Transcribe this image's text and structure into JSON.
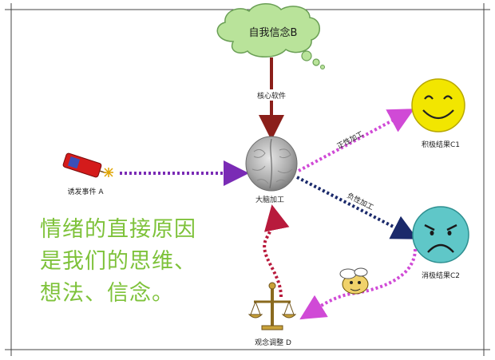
{
  "cloud_label": "自我信念B",
  "core_software_label": "核心软件",
  "trigger_label": "诱发事件 A",
  "brain_label": "大脑加工",
  "positive_label": "正性加工",
  "negative_label": "负性加工",
  "positive_result_label": "积极结果C1",
  "negative_result_label": "消极结果C2",
  "adjust_label": "观念调整 D",
  "headline_lines": [
    "情绪的直接原因",
    "是我们的思维、",
    "想法、信念。"
  ],
  "colors": {
    "cloud_fill": "#b9e39a",
    "core_arrow": "#8b1f1a",
    "trigger_arrow": "#7a2bb5",
    "positive_arrow": "#d04ad6",
    "negative_arrow": "#1b2a6b",
    "adjust_arrow": "#b81a3c",
    "happy_face": "#f2e600",
    "sad_face": "#5fc7c8",
    "headline_text": "#7ec23a"
  }
}
